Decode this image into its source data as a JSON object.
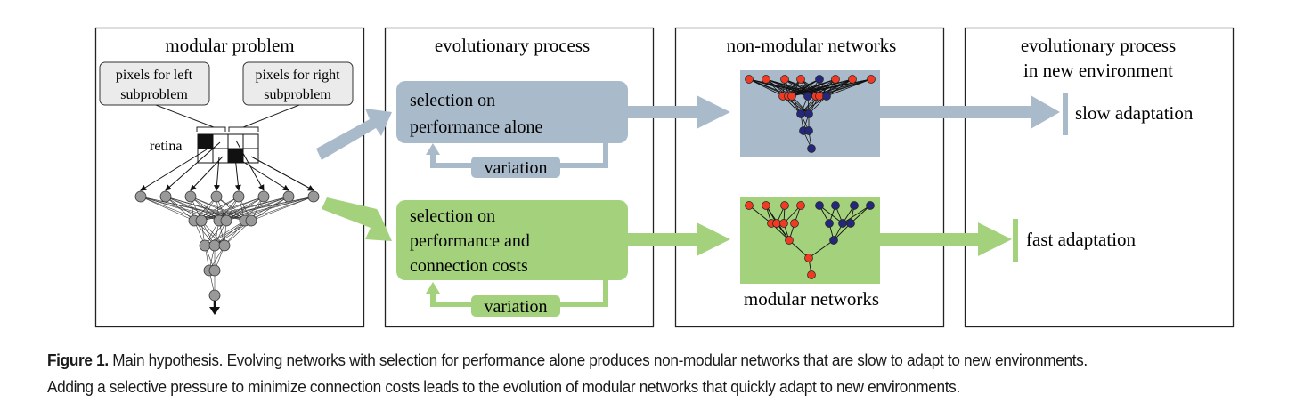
{
  "colors": {
    "gray_blue": "#a9bacb",
    "green": "#a3d17c",
    "red_node": "#ef3a24",
    "blue_node": "#25287a",
    "gray_node": "#999999",
    "callout_fill": "#ebebeb"
  },
  "panels": {
    "modular_problem": {
      "title": "modular problem",
      "left_callout": [
        "pixels for left",
        "subproblem"
      ],
      "right_callout": [
        "pixels for right",
        "subproblem"
      ],
      "retina_label": "retina"
    },
    "evolutionary_process": {
      "title": "evolutionary process",
      "top_box": [
        "selection on",
        "performance alone"
      ],
      "top_variation": "variation",
      "bottom_box": [
        "selection on",
        "performance and",
        "connection costs"
      ],
      "bottom_variation": "variation"
    },
    "networks": {
      "top_title": "non-modular networks",
      "bottom_title": "modular networks"
    },
    "new_environment": {
      "title": [
        "evolutionary process",
        "in new environment"
      ],
      "top_result": "slow adaptation",
      "bottom_result": "fast adaptation"
    }
  },
  "caption": {
    "lead": "Figure 1.",
    "line1": " Main hypothesis. Evolving networks with selection for performance alone produces non-modular networks that are slow to adapt to new environments.",
    "line2": "Adding a selective pressure to minimize connection costs leads to the evolution of modular networks that quickly adapt to new environments."
  }
}
